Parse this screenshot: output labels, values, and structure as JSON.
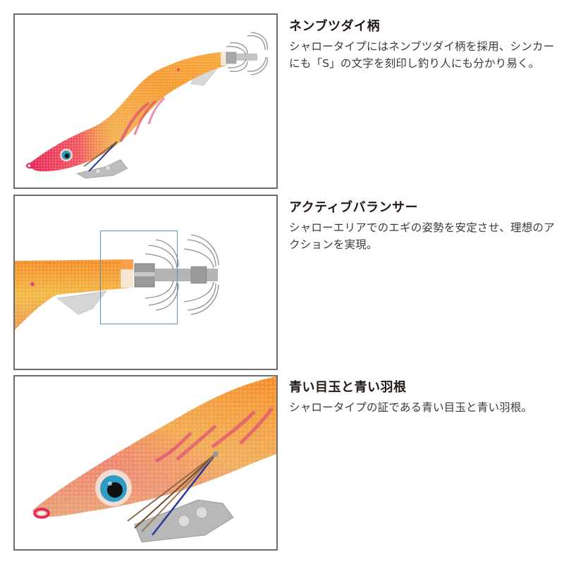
{
  "features": [
    {
      "title": "ネンブツダイ柄",
      "body": "シャロータイプにはネンブツダイ柄を採用、シンカーにも「S」の文字を刻印し釣り人にも分かり易く。",
      "image": "squid-jig-full-view"
    },
    {
      "title": "アクティブバランサー",
      "body": "シャローエリアでのエギの姿勢を安定させ、理想のアクションを実現。",
      "image": "squid-jig-tail-balancer-closeup",
      "highlight": "balancer-highlight-box"
    },
    {
      "title": "青い目玉と青い羽根",
      "body": "シャロータイプの証である青い目玉と青い羽根。",
      "image": "squid-jig-head-eye-closeup"
    }
  ],
  "colors": {
    "frame_border": "#6e6e6e",
    "highlight_border": "#5b8fbf",
    "body_orange": "#f39a3a",
    "head_pink": "#ea2f6e",
    "eye_blue": "#2f9cc4",
    "text": "#231815"
  }
}
